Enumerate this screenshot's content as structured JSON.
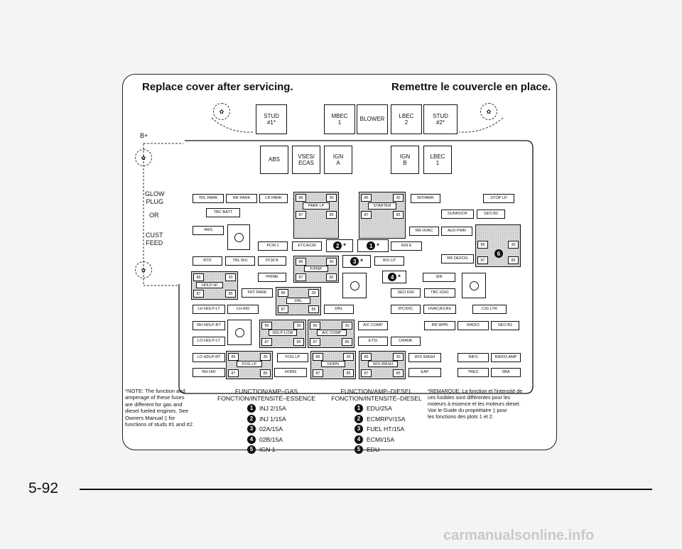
{
  "header": {
    "left": "Replace cover after servicing.",
    "right": "Remettre le couvercle en place."
  },
  "page_number": "5-92",
  "watermark": "carmanualsonline.info",
  "side": {
    "bplus": "B+",
    "glow": "GLOW\nPLUG",
    "or": "OR",
    "cust": "CUST\nFEED",
    "stud_glyph": "✿"
  },
  "top_fuses": [
    "STUD\n#1*",
    "MBEC\n1",
    "BLOWER",
    "LBEC\n2",
    "STUD\n#2*"
  ],
  "second_fuses": [
    "ABS",
    "VSES/\nECAS",
    "IGN\nA",
    "IGN\nB",
    "LBEC\n1"
  ],
  "fuses": {
    "trl_park": "TRL PARK",
    "rr_park": "RR PARK",
    "lr_park": "LR PARK",
    "tbc_batt": "TBC BATT",
    "i4ws": "4WS",
    "intpark": "INTPARK",
    "stop_lp": "STOP LP",
    "sunroof": "SUNROOF",
    "seo_b2": "SEO B2",
    "rr_hvac": "RR HVAC",
    "aux_pwr": "AUX PWR",
    "pcm1": "PCM 1",
    "etc_ecm": "ETC/ECM",
    "ign_e": "IGN E",
    "rtd": "RTD",
    "trl_bu": "TRL B/U",
    "pcm_b": "PCM B",
    "bu_lp": "B/U LP",
    "rr_defog": "RR DEFOG",
    "prime": "PRIME",
    "sir": "SIR",
    "frt_park": "FRT PARK",
    "seo_ign": "SEO IGN",
    "tbc_ign1": "TBC IGN1",
    "lh_hdlp_lt": "LH HDLP-LT",
    "lh_hid": "LH HID",
    "drl": "DRL",
    "ipc_dic": "IPC/DIC",
    "hvac_ecas": "HVAC/ECAS",
    "cig_ltr": "CIG LTR",
    "rh_hdlp_rt": "RH HDLP-RT",
    "a_c_comp": "A/C COMP",
    "rr_wpr": "RR WPR",
    "radio": "RADIO",
    "seo_b1": "SEO B1",
    "lo_hdlp_lt": "LO HDLP-LT",
    "etsi": "ETSI",
    "crank": "CRANK",
    "lo_hdlp_rt": "LO HDLP-RT",
    "fog_lp": "FOG LP",
    "ws_wash": "W/S WASH",
    "info": "INFO",
    "radio_amp": "RADIO AMP",
    "rh_hid": "RH HID",
    "horn": "HORN",
    "eap": "EAP",
    "trec": "TREC",
    "sba": "SBA"
  },
  "relays": {
    "park_lp": "PARK LP",
    "starter": "STARTER",
    "fpmp": "F/PMP",
    "hdlp_hi": "HDLP-HI",
    "drl": "DRL",
    "hdlp_low": "HDLP-LOW",
    "ac_comp": "A/C COMP",
    "fog_lp": "FOG LP",
    "horn": "HORN",
    "ws_wash": "W/S WASH",
    "t86": "86",
    "t30": "30",
    "t87": "87",
    "t85": "85"
  },
  "markers": {
    "m1": "1",
    "m2": "2",
    "m3": "3",
    "m4": "4",
    "m5": "5",
    "m6": "6",
    "star": "*"
  },
  "notes": {
    "left": "*NOTE: The function and\namperage of these fuses\nare different for gas and\ndiesel fueled engines. See\nOwners Manual ▯ for\nfunctions of studs #1 and #2.",
    "right": "*REMARQUE: La fonction et l'intensité de\nces fusibles sont différentes pour les\nmoteurs à essence et les moteurs diesel.\nVoir le Guide du propriétaire ▯ pour\nles fonctions des plots 1 et 2."
  },
  "gas": {
    "title1": "FUNCTION/AMP–GAS",
    "title2": "FONCTION/INTENSITÉ–ESSENCE",
    "items": [
      {
        "n": "1",
        "t": "INJ 2/15A"
      },
      {
        "n": "2",
        "t": "INJ 1/15A"
      },
      {
        "n": "3",
        "t": "02A/15A"
      },
      {
        "n": "4",
        "t": "02B/15A"
      },
      {
        "n": "5",
        "t": "IGN 1"
      }
    ]
  },
  "diesel": {
    "title1": "FUNCTION/AMP–DIESEL",
    "title2": "FONCTION/INTENSITÉ–DIESEL",
    "items": [
      {
        "n": "1",
        "t": "EDU/25A"
      },
      {
        "n": "2",
        "t": "ECMRPV/15A"
      },
      {
        "n": "3",
        "t": "FUEL HT/15A"
      },
      {
        "n": "4",
        "t": "ECMI/15A"
      },
      {
        "n": "5",
        "t": "EDU"
      }
    ]
  }
}
